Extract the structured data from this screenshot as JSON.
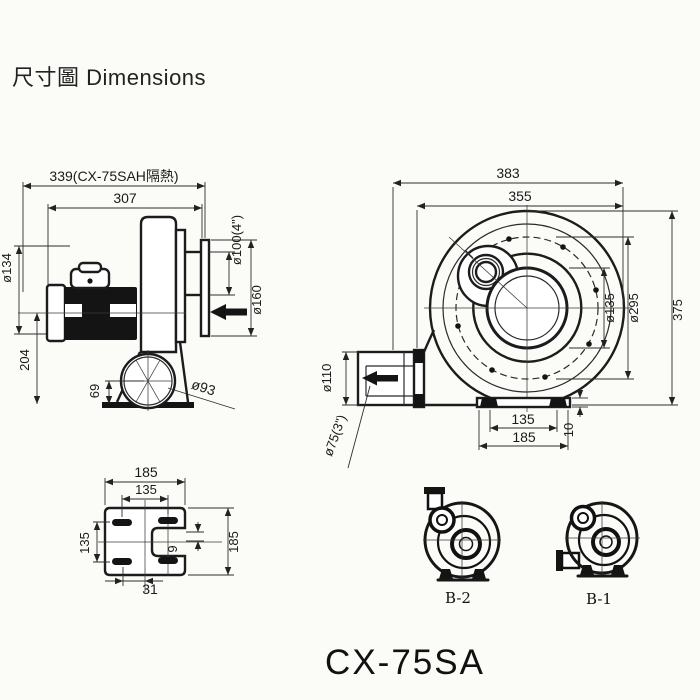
{
  "page": {
    "title": "尺寸圖 Dimensions",
    "model": "CX-75SA"
  },
  "side_view": {
    "dim_overall_with_insulation": "339(CX-75SAH隔熱)",
    "dim_overall_length": "307",
    "dim_motor_diameter": "ø134",
    "dim_axis_height": "204",
    "dim_inlet_center_height": "69",
    "dim_inlet_diameter": "ø93",
    "dim_outlet_bore": "ø100(4\")",
    "dim_outlet_flange_diameter": "ø160"
  },
  "front_view": {
    "dim_overall_depth": "383",
    "dim_body_depth": "355",
    "dim_center_bore": "ø135",
    "dim_bolt_circle": "ø295",
    "dim_overall_height": "375",
    "dim_side_inlet_od": "ø110",
    "dim_side_inlet_bore": "ø75(3\")",
    "dim_foot_hole_pitch": "135",
    "dim_foot_width": "185",
    "dim_base_thickness": "10"
  },
  "base_view": {
    "dim_width": "185",
    "dim_hole_pitch_width": "135",
    "dim_hole_pitch_depth": "135",
    "dim_depth": "185",
    "dim_notch": "9",
    "dim_edge_offset": "31"
  },
  "variants": {
    "b2": "B-2",
    "b1": "B-1"
  }
}
